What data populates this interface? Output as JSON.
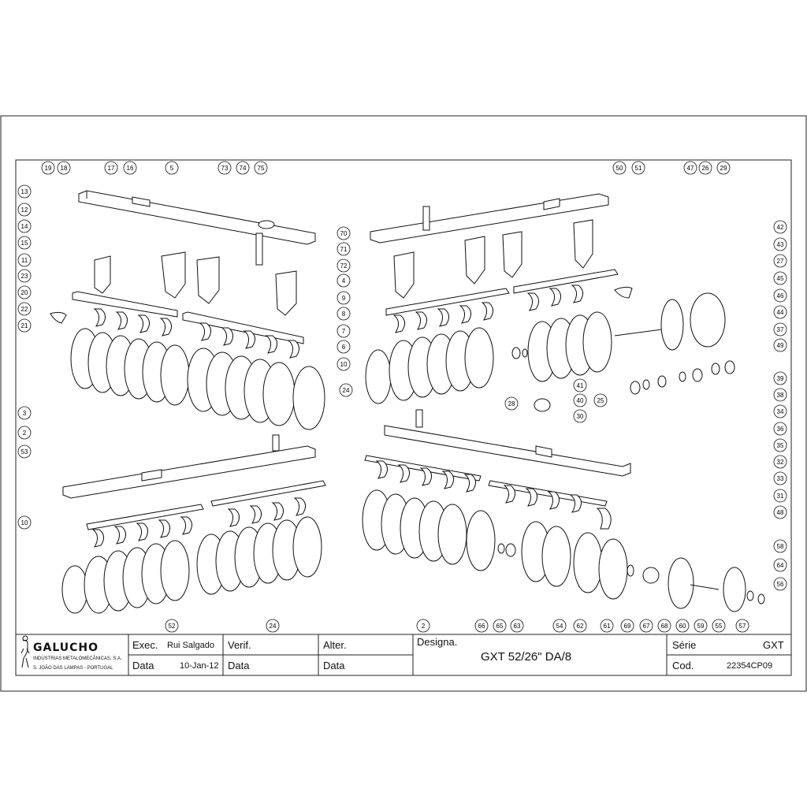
{
  "company": {
    "name": "GALUCHO",
    "line1": "INDÚSTRIAS METALOMECÂNICAS, S.A.",
    "line2": "S. JOÃO DAS LAMPAS - PORTUGAL"
  },
  "title_block": {
    "exec_label": "Exec.",
    "exec_value": "Rui Salgado",
    "data_label": "Data",
    "data_value": "10-Jan-12",
    "verif_label": "Verif.",
    "verif_data_label": "Data",
    "alter_label": "Alter.",
    "alter_data_label": "Data",
    "designa_label": "Designa.",
    "designa_value": "GXT 52/26\" DA/8",
    "serie_label": "Série",
    "serie_value": "GXT",
    "cod_label": "Cod.",
    "cod_value": "22354CP09"
  },
  "callouts": {
    "top_left": [
      "19",
      "18",
      "17",
      "16",
      "5",
      "73",
      "74",
      "75",
      "13",
      "12",
      "14",
      "15",
      "11",
      "23",
      "20",
      "22",
      "21",
      "70",
      "71",
      "72",
      "4",
      "9",
      "8",
      "7",
      "6",
      "10",
      "3",
      "2"
    ],
    "top_right": [
      "50",
      "51",
      "47",
      "26",
      "29",
      "42",
      "43",
      "27",
      "45",
      "46",
      "44",
      "37",
      "49",
      "39",
      "38",
      "34",
      "36",
      "35",
      "32",
      "33",
      "31",
      "48",
      "41",
      "40",
      "30",
      "28",
      "25",
      "24"
    ],
    "bottom_left": [
      "53",
      "10",
      "52",
      "24"
    ],
    "bottom_right": [
      "2",
      "66",
      "65",
      "63",
      "54",
      "62",
      "61",
      "69",
      "67",
      "68",
      "60",
      "59",
      "55",
      "57",
      "56",
      "64",
      "58"
    ]
  }
}
